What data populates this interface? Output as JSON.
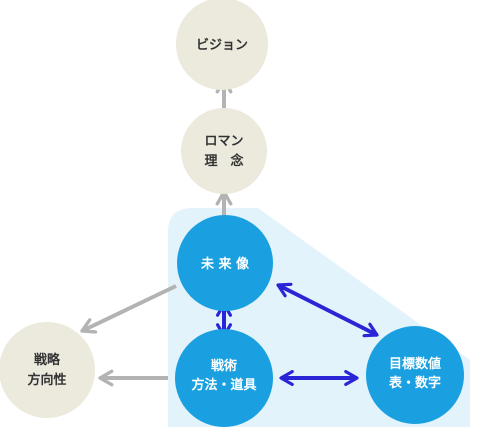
{
  "nodes": {
    "vision": {
      "lines": [
        "ビジョン"
      ]
    },
    "roman": {
      "lines": [
        "ロマン",
        "理　念"
      ]
    },
    "future": {
      "lines": [
        "未 来 像"
      ]
    },
    "tactics": {
      "lines": [
        "戦術",
        "方法・道具"
      ]
    },
    "targets": {
      "lines": [
        "目標数値",
        "表・数字"
      ]
    },
    "strategy": {
      "lines": [
        "戦略",
        "方向性"
      ]
    }
  },
  "colors": {
    "beige_node": "#ece9dd",
    "blue_node": "#1aa0e0",
    "highlight_region": "#e3f3fb",
    "gray_arrow": "#b3b3b3",
    "blue_arrow": "#2a25d6",
    "dark_text": "#333333",
    "light_text": "#ffffff"
  }
}
